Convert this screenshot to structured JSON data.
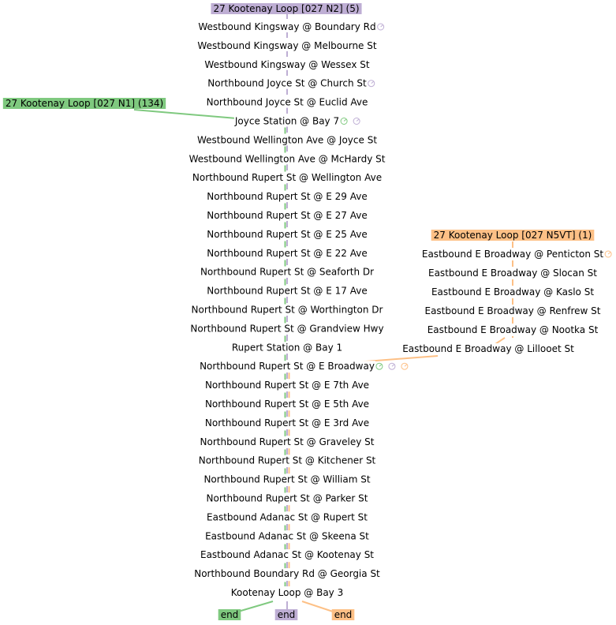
{
  "colors": {
    "green": "#7fc97f",
    "purple": "#beaed4",
    "orange": "#fdc086"
  },
  "routes": {
    "purple": {
      "label": "27 Kootenay Loop [027 N2] (5)"
    },
    "green": {
      "label": "27 Kootenay Loop [027 N1] (134)"
    },
    "orange": {
      "label": "27 Kootenay Loop [027 N5VT] (1)"
    }
  },
  "main_stops": [
    {
      "name": "Westbound Kingsway @ Boundary Rd",
      "marks": [
        "purple"
      ]
    },
    {
      "name": "Westbound Kingsway @ Melbourne St",
      "marks": []
    },
    {
      "name": "Westbound Kingsway @ Wessex St",
      "marks": []
    },
    {
      "name": "Northbound Joyce St @ Church St",
      "marks": [
        "purple"
      ]
    },
    {
      "name": "Northbound Joyce St @ Euclid Ave",
      "marks": []
    },
    {
      "name": "Joyce Station @ Bay 7",
      "marks": [
        "green",
        "purple"
      ]
    },
    {
      "name": "Westbound Wellington Ave @ Joyce St",
      "marks": []
    },
    {
      "name": "Westbound Wellington Ave @ McHardy St",
      "marks": []
    },
    {
      "name": "Northbound Rupert St @ Wellington Ave",
      "marks": []
    },
    {
      "name": "Northbound Rupert St @ E 29 Ave",
      "marks": []
    },
    {
      "name": "Northbound Rupert St @ E 27 Ave",
      "marks": []
    },
    {
      "name": "Northbound Rupert St @ E 25 Ave",
      "marks": []
    },
    {
      "name": "Northbound Rupert St @ E 22 Ave",
      "marks": []
    },
    {
      "name": "Northbound Rupert St @ Seaforth Dr",
      "marks": []
    },
    {
      "name": "Northbound Rupert St @ E 17 Ave",
      "marks": []
    },
    {
      "name": "Northbound Rupert St @ Worthington Dr",
      "marks": []
    },
    {
      "name": "Northbound Rupert St @ Grandview Hwy",
      "marks": []
    },
    {
      "name": "Rupert Station @ Bay 1",
      "marks": []
    },
    {
      "name": "Northbound Rupert St @ E Broadway",
      "marks": [
        "green",
        "purple",
        "orange"
      ]
    },
    {
      "name": "Northbound Rupert St @ E 7th Ave",
      "marks": []
    },
    {
      "name": "Northbound Rupert St @ E 5th Ave",
      "marks": []
    },
    {
      "name": "Northbound Rupert St @ E 3rd Ave",
      "marks": []
    },
    {
      "name": "Northbound Rupert St @ Graveley St",
      "marks": []
    },
    {
      "name": "Northbound Rupert St @ Kitchener St",
      "marks": []
    },
    {
      "name": "Northbound Rupert St @ William St",
      "marks": []
    },
    {
      "name": "Northbound Rupert St @ Parker St",
      "marks": []
    },
    {
      "name": "Eastbound Adanac St @ Rupert St",
      "marks": []
    },
    {
      "name": "Eastbound Adanac St @ Skeena St",
      "marks": []
    },
    {
      "name": "Eastbound Adanac St @ Kootenay St",
      "marks": []
    },
    {
      "name": "Northbound Boundary Rd @ Georgia St",
      "marks": []
    },
    {
      "name": "Kootenay Loop @ Bay 3",
      "marks": []
    }
  ],
  "branch_stops": [
    {
      "name": "Eastbound E Broadway @ Penticton St",
      "marks": [
        "orange"
      ]
    },
    {
      "name": "Eastbound E Broadway @ Slocan St",
      "marks": []
    },
    {
      "name": "Eastbound E Broadway @ Kaslo St",
      "marks": []
    },
    {
      "name": "Eastbound E Broadway @ Renfrew St",
      "marks": []
    },
    {
      "name": "Eastbound E Broadway @ Nootka St",
      "marks": []
    },
    {
      "name": "Eastbound E Broadway @ Lillooet St",
      "marks": []
    }
  ],
  "ends": {
    "green": "end",
    "purple": "end",
    "orange": "end"
  }
}
